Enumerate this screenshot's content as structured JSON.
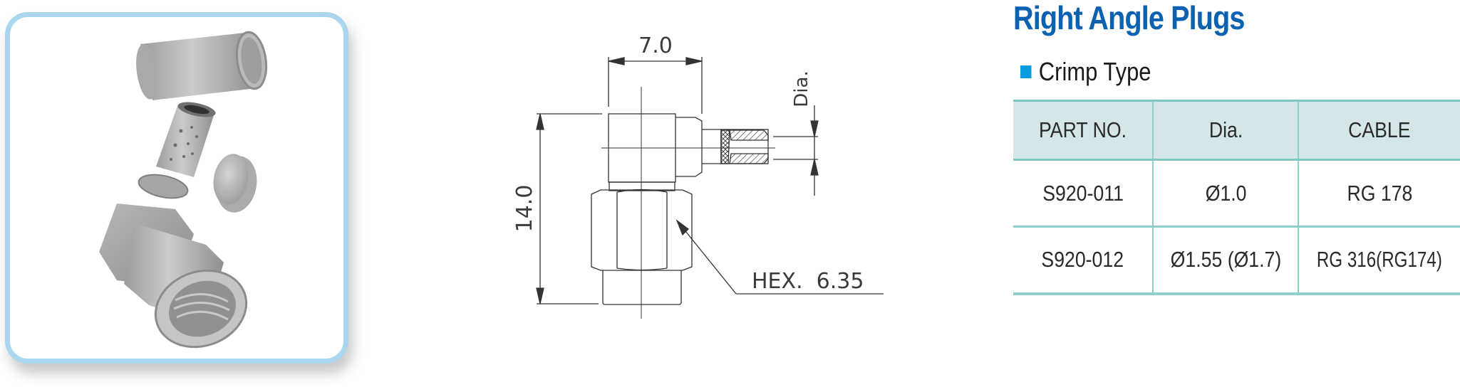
{
  "page": {
    "title": "Right Angle Plugs",
    "subtitle": "Crimp Type",
    "colors": {
      "title": "#0a62b0",
      "bullet": "#0a9be0",
      "frame_border": "#aad6f0",
      "table_header_bg": "#d5e6e9",
      "table_lines": "#8ecfcc"
    }
  },
  "photo": {
    "description": "Right angle crimp SMA plug with ferrule and cap (exploded view)"
  },
  "drawing": {
    "dim_width": "7.0",
    "dim_height": "14.0",
    "dim_dia": "Dia.",
    "dim_hex": "HEX.  6.35"
  },
  "table": {
    "headers": [
      "PART NO.",
      "Dia.",
      "CABLE"
    ],
    "rows": [
      [
        "S920-011",
        "Ø1.0",
        "RG 178"
      ],
      [
        "S920-012",
        "Ø1.55 (Ø1.7)",
        "RG 316(RG174)"
      ]
    ]
  }
}
